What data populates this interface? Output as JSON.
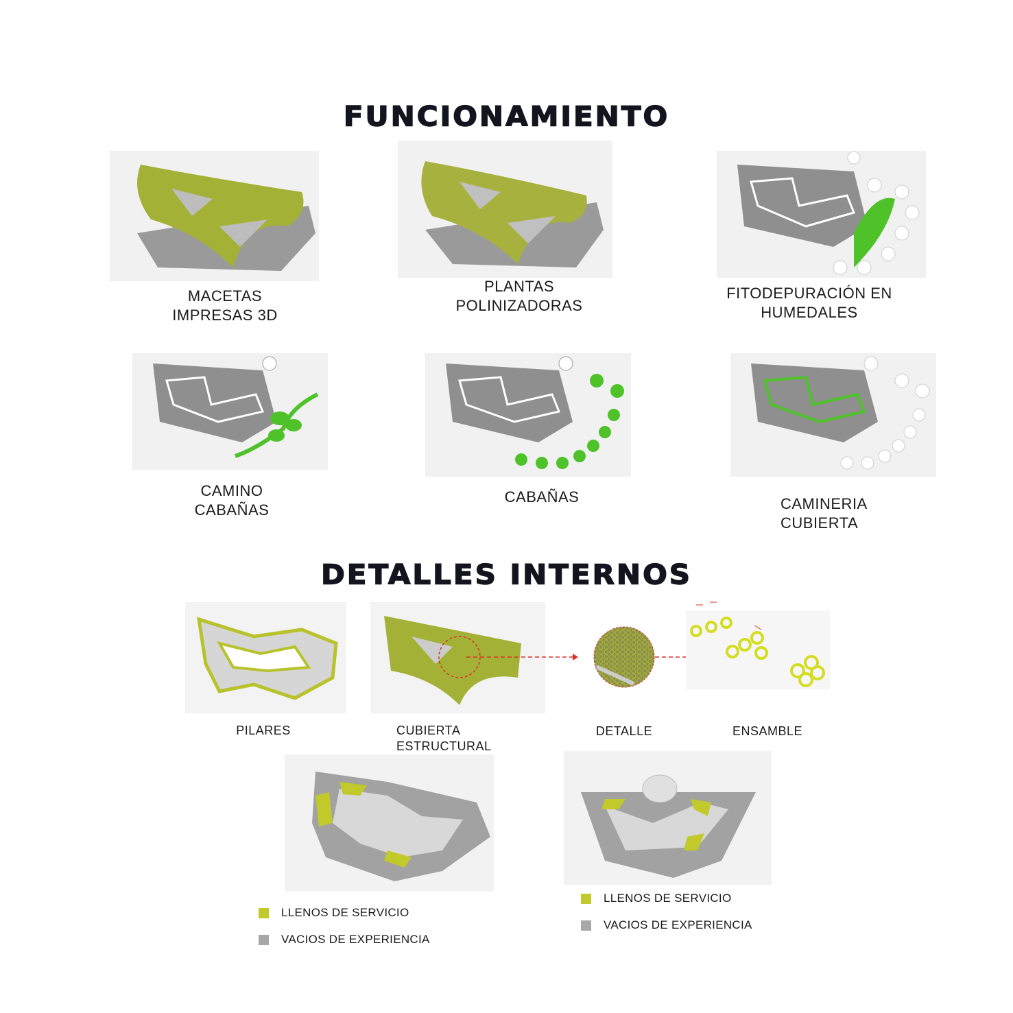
{
  "titles": {
    "funcionamiento": "FUNCIONAMIENTO",
    "detalles": "DETALLES INTERNOS"
  },
  "funcionamiento": [
    {
      "line1": "MACETAS",
      "line2": "IMPRESAS 3D"
    },
    {
      "line1": "PLANTAS",
      "line2": "POLINIZADORAS"
    },
    {
      "line1": "FITODEPURACIÓN EN",
      "line2": "HUMEDALES"
    },
    {
      "line1": "CAMINO",
      "line2": "CABAÑAS"
    },
    {
      "line1": "CABAÑAS"
    },
    {
      "line1": "CAMINERIA",
      "line2": "CUBIERTA"
    }
  ],
  "detalles": [
    {
      "line1": "PILARES"
    },
    {
      "line1": "CUBIERTA",
      "line2": "ESTRUCTURAL"
    },
    {
      "line1": "DETALLE"
    },
    {
      "line1": "ENSAMBLE"
    }
  ],
  "legend": {
    "llenos": "LLENOS DE SERVICIO",
    "vacios": "VACIOS DE EXPERIENCIA"
  },
  "colors": {
    "llenos": "#c2c92a",
    "vacios": "#a8a8a8",
    "green": "#4fc22a",
    "olive": "#a3b236",
    "arrow": "#d9302a"
  }
}
